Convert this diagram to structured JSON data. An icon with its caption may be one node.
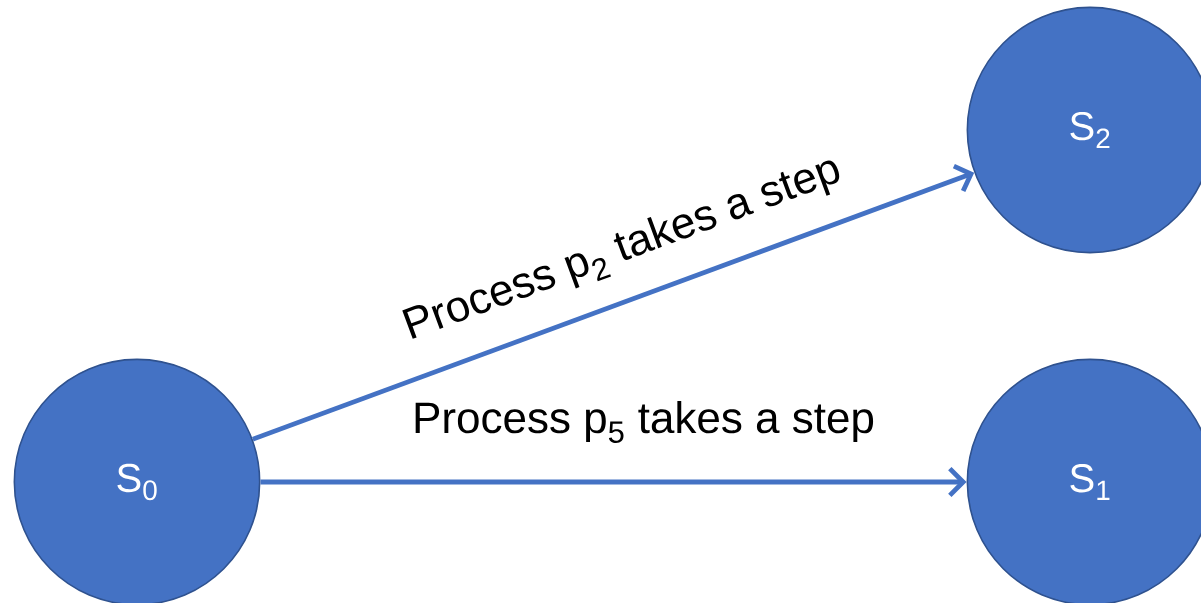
{
  "diagram": {
    "nodes": [
      {
        "text": [
          "S$_{0}$"
        ]
      },
      {
        "text": [
          "S$_{2}$"
        ]
      },
      {
        "text": [
          "S$_{1}$"
        ]
      }
    ],
    "edges": [
      {
        "from": 0,
        "to": 1,
        "arrow": "to",
        "label": "Process p$_{2}$ takes a step"
      },
      {
        "from": 0,
        "to": 2,
        "arrow": "to",
        "label": "Process p$_{5}$ takes a step"
      }
    ]
  }
}
